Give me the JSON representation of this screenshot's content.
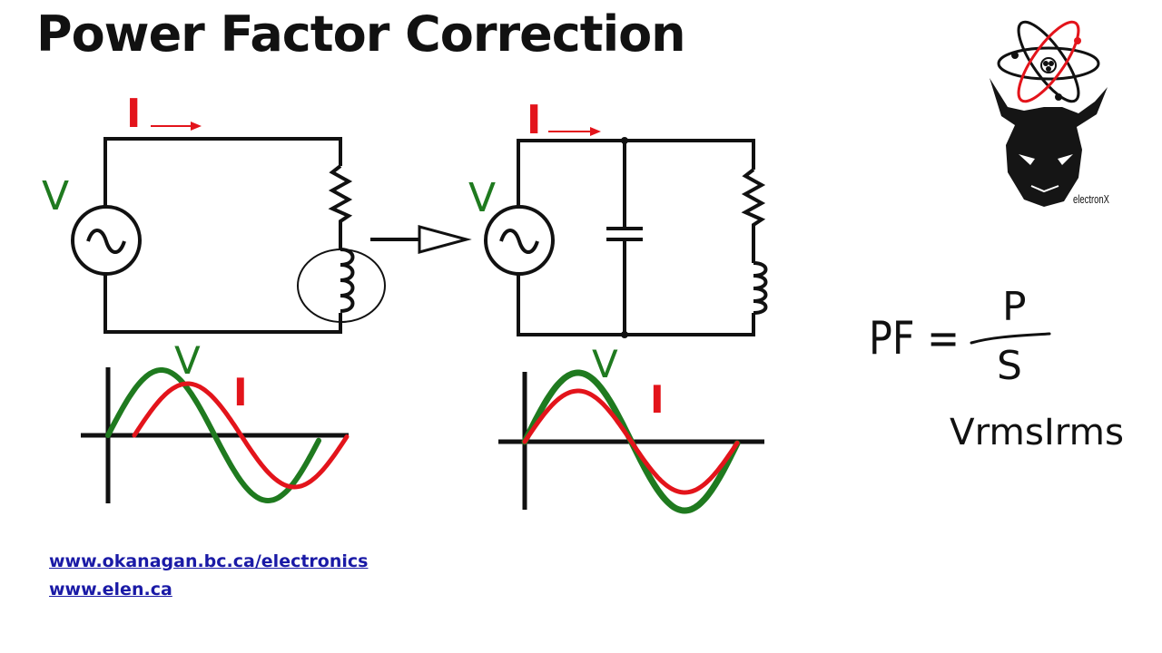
{
  "title": "Power Factor Correction",
  "colors": {
    "voltage": "#1f7a1f",
    "current": "#e3141b",
    "wire": "#111111",
    "link": "#1a1aa6"
  },
  "left_circuit": {
    "voltage_label": "V",
    "current_label": "I",
    "components": [
      "ac-source",
      "resistor",
      "inductor"
    ]
  },
  "right_circuit": {
    "voltage_label": "V",
    "current_label": "I",
    "components": [
      "ac-source",
      "capacitor",
      "resistor",
      "inductor"
    ]
  },
  "left_waveform": {
    "voltage_label": "V",
    "current_label": "I",
    "current_lag": "current lags voltage"
  },
  "right_waveform": {
    "voltage_label": "V",
    "current_label": "I",
    "current_lag": "in phase"
  },
  "formula": {
    "lhs": "PF =",
    "numerator": "P",
    "denominator": "S",
    "expansion": "VrmsIrms"
  },
  "logo": {
    "text": "electronX",
    "icon": "atom-bull-logo-icon"
  },
  "links": [
    "www.okanagan.bc.ca/electronics",
    "www.elen.ca"
  ]
}
